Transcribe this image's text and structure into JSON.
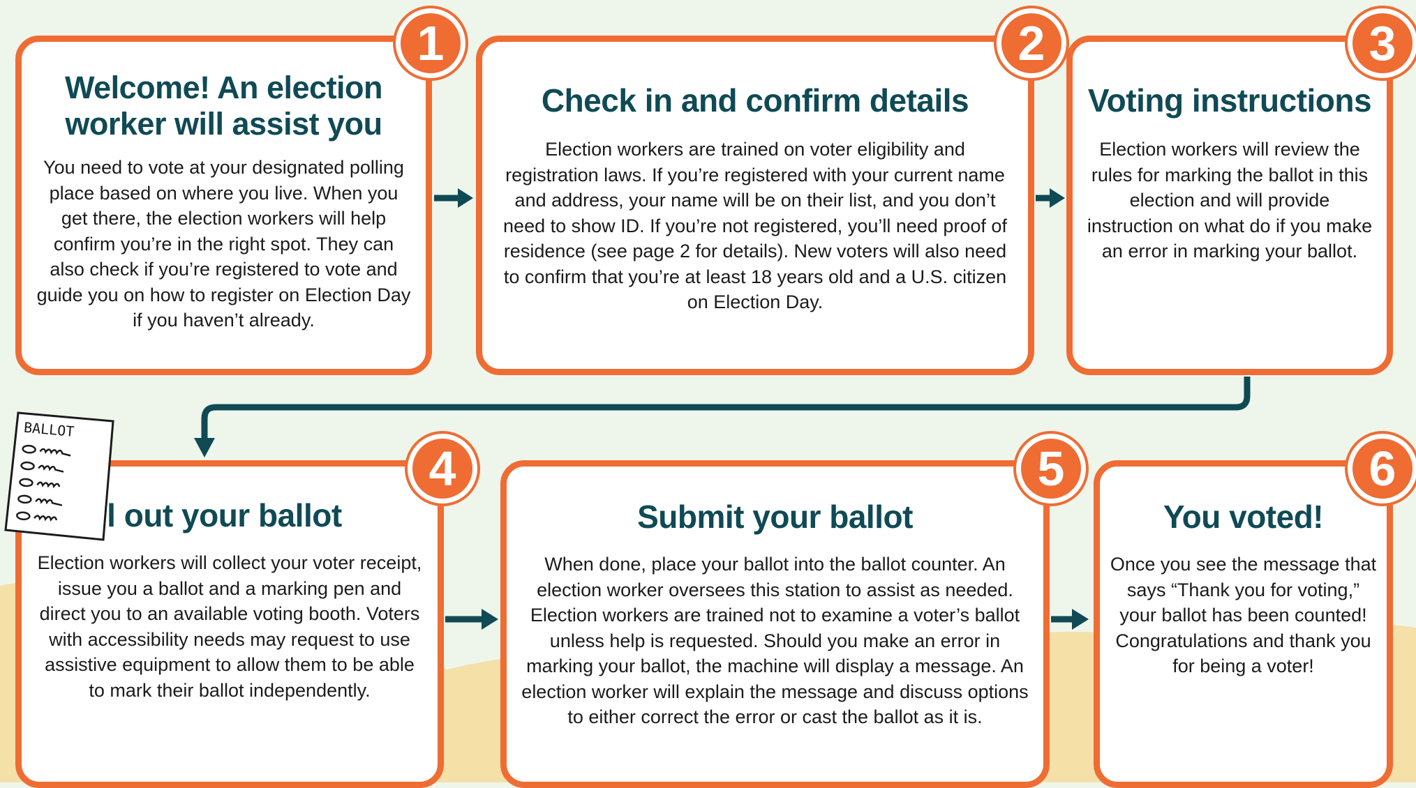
{
  "colors": {
    "card_border": "#ef6c33",
    "badge": "#ef6c33",
    "title": "#0f4a55",
    "arrow": "#0f4a55",
    "background": "#eef6ec",
    "sand": "#f5e0a8"
  },
  "steps": [
    {
      "number": "1",
      "title": "Welcome! An election worker will assist you",
      "body": "You need to vote at your designated polling place based on where you live. When you get there, the election workers will help confirm you’re in the right spot. They can also check if you’re registered to vote and guide you on how to register on Election Day if you haven’t already."
    },
    {
      "number": "2",
      "title": "Check in and confirm details",
      "body": "Election workers are trained on voter eligibility and registration laws. If you’re registered with your current name and address, your name will be on their list, and you don’t need to show ID. If you’re not registered, you’ll need proof of residence (see page 2 for details). New voters will also need to confirm that you’re at least 18 years old and a U.S. citizen on Election Day."
    },
    {
      "number": "3",
      "title": "Voting instructions",
      "body": "Election workers will review the rules for marking the ballot in this election and will provide instruction on what do if you make an error in marking your ballot."
    },
    {
      "number": "4",
      "title": "Fill out your ballot",
      "body": "Election workers will collect your voter receipt, issue you a ballot and a marking pen and direct you to an available voting booth. Voters with accessibility needs may request to use assistive equipment to allow them to be able to mark their ballot independently."
    },
    {
      "number": "5",
      "title": "Submit your ballot",
      "body": "When done, place your ballot into the ballot counter. An election worker oversees this station to assist as needed. Election workers are trained not to examine a voter’s ballot unless help is requested. Should you make an error in marking your ballot, the machine will display a message. An election worker will explain the message and discuss options to either correct the error or cast the ballot as it is."
    },
    {
      "number": "6",
      "title": "You voted!",
      "body": "Once you see the message that says “Thank you for voting,” your ballot has been counted! Congratulations and thank you for being a voter!"
    }
  ],
  "ballot_illustration": {
    "label": "BALLOT",
    "icon": "ballot-paper-icon"
  }
}
